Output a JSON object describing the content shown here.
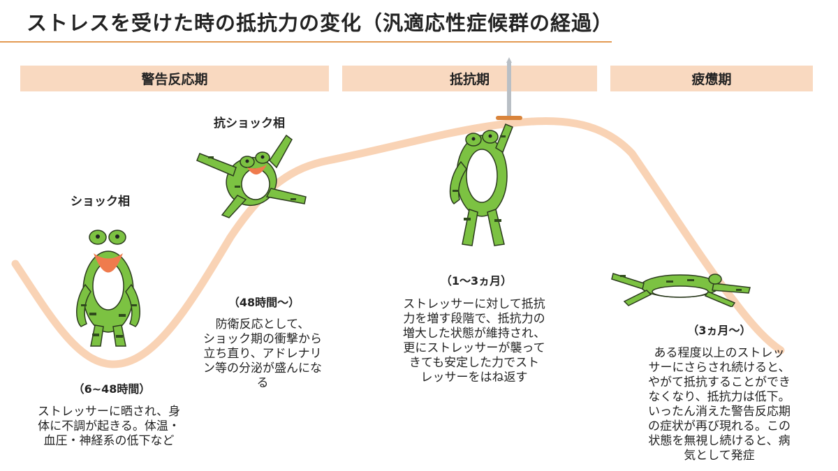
{
  "title": "ストレスを受けた時の抵抗力の変化（汎適応性症候群の経過）",
  "phases": {
    "alarm": "警告反応期",
    "resistance": "抵抗期",
    "exhaustion": "疲憊期"
  },
  "sub_phases": {
    "shock": "ショック相",
    "counter_shock": "抗ショック相"
  },
  "stages": {
    "shock": {
      "period": "（6~48時間）",
      "lines": [
        "ストレッサーに晒され、身",
        "体に不調が起きる。体温・",
        "血圧・神経系の低下など"
      ]
    },
    "counter_shock": {
      "period": "（48時間〜）",
      "lines": [
        "防衛反応として、",
        "ショック期の衝撃から",
        "立ち直り、アドレナリ",
        "ン等の分泌が盛んにな",
        "る"
      ]
    },
    "resistance": {
      "period": "（1〜3ヵ月）",
      "lines": [
        "ストレッサーに対して抵抗",
        "力を増す段階で、抵抗力の",
        "増大した状態が維持され、",
        "更にストレッサーが襲って",
        "きても安定した力でスト",
        "レッサーをはね返す"
      ]
    },
    "exhaustion": {
      "period": "（3ヵ月〜）",
      "lines": [
        "ある程度以上のストレッ",
        "サーにさらされ続けると、",
        "やがて抵抗することができ",
        "なくなり、抵抗力は低下。",
        "いったん消えた警告反応期",
        "の症状が再び現れる。この",
        "状態を無視し続けると、病",
        "気として発症"
      ]
    }
  },
  "colors": {
    "accent_rule": "#e39a52",
    "phase_band": "#f9d9c0",
    "curve": "#f9d3b5",
    "frog_green": "#7cc242",
    "frog_belly": "#ffffff",
    "frog_stripe": "#2f4a1c",
    "mouth": "#ef7b4d",
    "sword": "#b9bfc5",
    "sword_guard": "#d9843b"
  },
  "icons": [
    "shocked-frog-icon",
    "jumping-frog-icon",
    "sword-frog-icon",
    "collapsed-frog-icon"
  ]
}
